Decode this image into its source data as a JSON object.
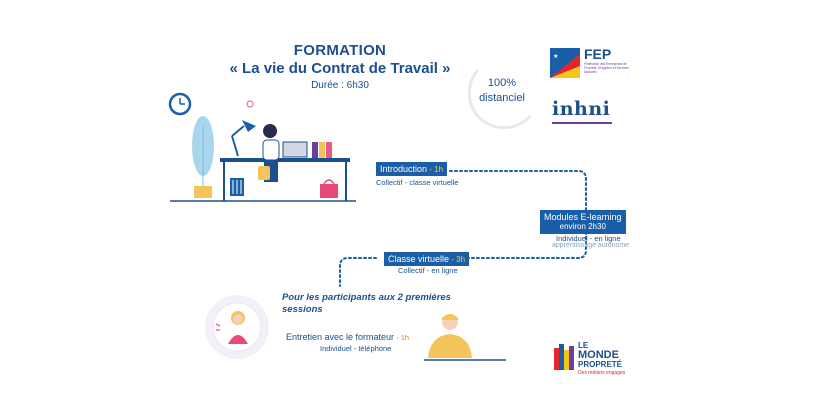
{
  "header": {
    "formation_label": "FORMATION",
    "course_title": "« La vie du Contrat de Travail »",
    "duration": "Durée : 6h30",
    "distance_percent": "100%",
    "distance_label": "distanciel"
  },
  "logos": {
    "fep_name": "FEP",
    "fep_subtitle": "Fédération des Entreprises de Propreté, d'Hygiène et Services Associés",
    "inhni_name": "inhni",
    "monde_line1": "LE",
    "monde_line2": "MONDE",
    "monde_line3": "PROPRETÉ",
    "monde_tagline": "Des métiers engagés"
  },
  "steps": {
    "intro": {
      "label": "Introduction",
      "duration": " - 1h",
      "caption": "Collectif - classe virtuelle"
    },
    "elearning": {
      "label": "Modules E-learning",
      "duration": "environ 2h30",
      "caption": "Individuel - en ligne",
      "caption2": "apprentissage autonome"
    },
    "classe": {
      "label": "Classe virtuelle",
      "duration": " - 3h",
      "caption": "Collectif - en ligne"
    }
  },
  "extra": {
    "participants": "Pour les participants aux 2 premières sessions",
    "entretien": "Entretien avec le formateur",
    "entretien_duration": " - 1h",
    "entretien_caption": "Individuel - téléphone"
  },
  "colors": {
    "brand_blue": "#1b5ea8",
    "dark_blue": "#1d4f8f",
    "accent_orange": "#f4c35a",
    "purple_accent": "#6b3fa0"
  }
}
